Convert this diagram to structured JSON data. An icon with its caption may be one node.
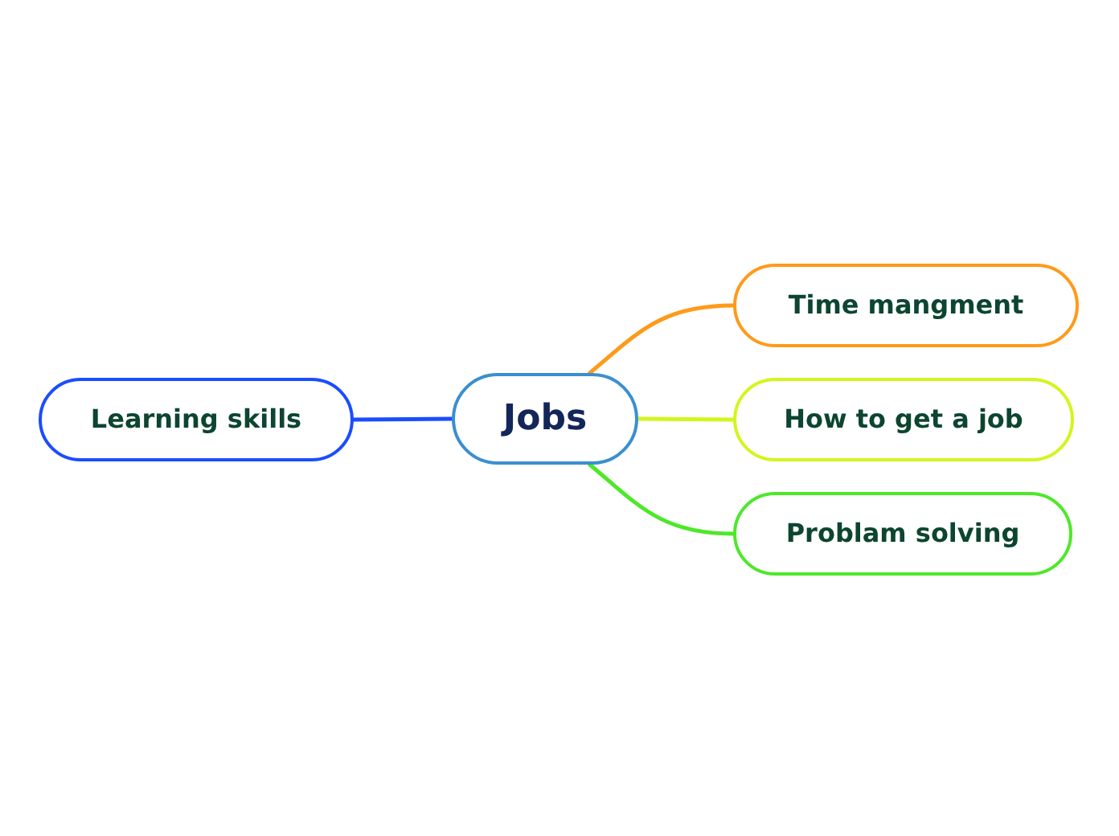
{
  "diagram": {
    "nodes": [
      {
        "text": [
          "Jobs"
        ]
      },
      {
        "text": [
          "Time mangment"
        ]
      },
      {
        "text": [
          "How to get a job"
        ]
      },
      {
        "text": [
          "Problam solving"
        ]
      },
      {
        "text": [
          "Learning skills"
        ]
      }
    ],
    "edges": [
      {
        "from": 0,
        "to": 1,
        "arrow": "none",
        "color": "#ff9a1a"
      },
      {
        "from": 0,
        "to": 2,
        "arrow": "none",
        "color": "#d4f51c"
      },
      {
        "from": 0,
        "to": 3,
        "arrow": "none",
        "color": "#4de82a"
      },
      {
        "from": 0,
        "to": 4,
        "arrow": "none",
        "color": "#1a4dff"
      }
    ]
  }
}
